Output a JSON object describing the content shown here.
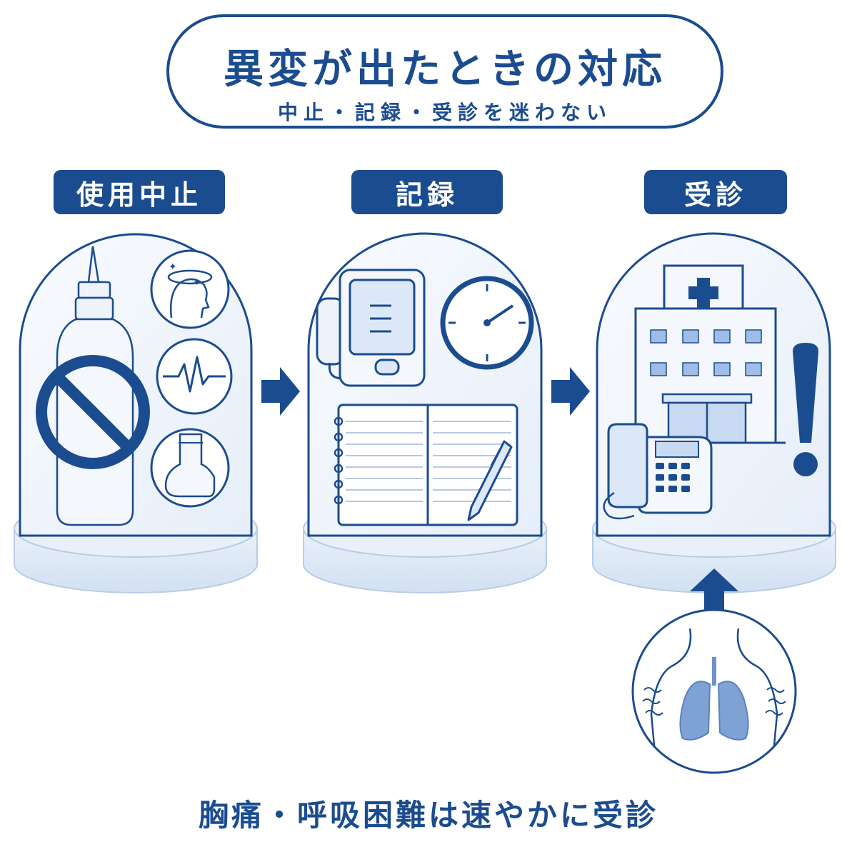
{
  "header": {
    "title": "異変が出たときの対応",
    "subtitle": "中止・記録・受診を迷わない"
  },
  "steps": [
    {
      "label": "使用中止",
      "icons": [
        "no-sign-icon",
        "bottle-icon",
        "dizziness-icon",
        "heartbeat-icon",
        "swollen-foot-icon"
      ]
    },
    {
      "label": "記録",
      "icons": [
        "blood-pressure-monitor-icon",
        "clock-icon",
        "notebook-icon",
        "pen-icon"
      ]
    },
    {
      "label": "受診",
      "icons": [
        "hospital-icon",
        "telephone-icon",
        "exclamation-icon"
      ]
    }
  ],
  "footer": {
    "note": "胸痛・呼吸困難は速やかに受診",
    "icon": "lungs-breathing-icon"
  },
  "colors": {
    "primary": "#1b4c8f",
    "light_blue": "#dce8f7",
    "pale_blue": "#eef4fb"
  }
}
